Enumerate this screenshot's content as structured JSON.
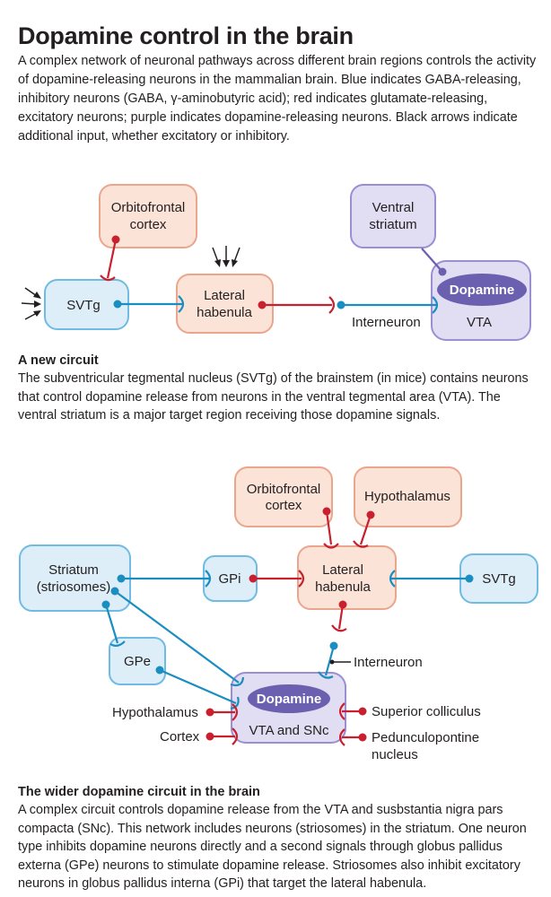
{
  "header": {
    "title": "Dopamine control in the brain",
    "intro": "A complex network of neuronal pathways across different brain regions controls the activity of dopamine-releasing neurons in the mammalian brain. Blue indicates GABA-releasing, inhibitory neurons (GABA, γ-aminobutyric acid); red indicates glutamate-releasing, excitatory neurons; purple indicates dopamine-releasing neurons. Black arrows indicate additional input, whether excitatory or inhibitory."
  },
  "colors": {
    "inhibitory": "#1a8ec0",
    "excitatory": "#c8202f",
    "dopamine": "#6b5fb0",
    "other_input": "#231f20"
  },
  "diagram1": {
    "nodes": {
      "ofc_line1": "Orbitofrontal",
      "ofc_line2": "cortex",
      "ventral_line1": "Ventral",
      "ventral_line2": "striatum",
      "svtg": "SVTg",
      "lhb_line1": "Lateral",
      "lhb_line2": "habenula",
      "dopamine": "Dopamine",
      "vta": "VTA",
      "interneuron": "Interneuron"
    },
    "heading": "A new circuit",
    "caption": "The subventricular tegmental nucleus (SVTg) of the brainstem (in mice) contains neurons that control dopamine release from neurons in the ventral tegmental area (VTA). The ventral striatum is a major target region receiving those dopamine signals."
  },
  "diagram2": {
    "nodes": {
      "ofc_line1": "Orbitofrontal",
      "ofc_line2": "cortex",
      "hypothalamus_top": "Hypothalamus",
      "striatum_line1": "Striatum",
      "striatum_line2": "(striosomes)",
      "gpi": "GPi",
      "lhb_line1": "Lateral",
      "lhb_line2": "habenula",
      "svtg": "SVTg",
      "gpe": "GPe",
      "interneuron": "Interneuron",
      "dopamine": "Dopamine",
      "vta_snc": "VTA and SNc",
      "hypothalamus_input": "Hypothalamus",
      "cortex_input": "Cortex",
      "superior_colliculus": "Superior colliculus",
      "ppn_line1": "Pedunculopontine",
      "ppn_line2": "nucleus"
    },
    "heading": "The wider dopamine circuit in the brain",
    "caption": "A complex circuit controls dopamine release from the VTA and susbstantia nigra pars compacta (SNc). This network includes neurons (striosomes) in the striatum. One neuron type inhibits dopamine neurons directly and a second signals through globus pallidus externa (GPe) neurons to stimulate dopamine release. Striosomes also inhibit excitatory neurons in globus pallidus interna (GPi) that target the lateral habenula."
  }
}
